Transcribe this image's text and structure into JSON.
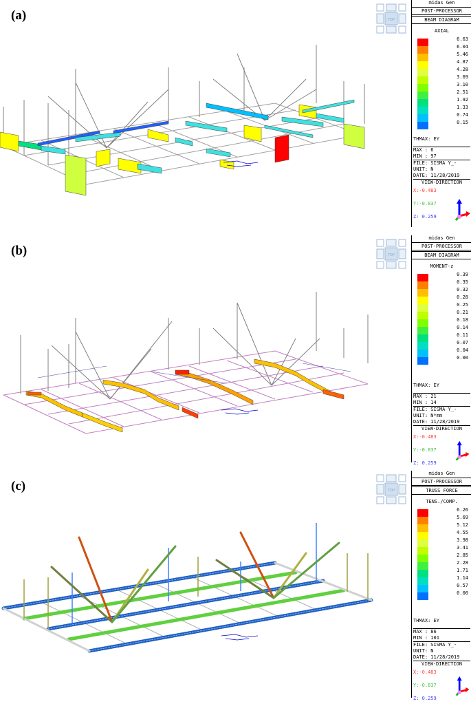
{
  "panels": [
    {
      "label": "(a)",
      "header": {
        "app": "midas Gen",
        "mode": "POST-PROCESSOR",
        "diagram": "BEAM DIAGRAM",
        "component": "AXIAL"
      },
      "legend_values": [
        "6.63",
        "6.04",
        "5.46",
        "4.87",
        "4.28",
        "3.69",
        "3.10",
        "2.51",
        "1.92",
        "1.33",
        "0.74",
        "0.15"
      ],
      "thmax": "THMAX: EY",
      "max": "MAX : 6",
      "min": "MIN : 97",
      "file": "FILE: SISMA Y_-",
      "unit": "UNIT: N",
      "date": "DATE: 11/28/2019",
      "view_direction": "VIEW-DIRECTION",
      "x": "X:-0.483",
      "y": "Y:-0.837",
      "z": "Z: 0.259"
    },
    {
      "label": "(b)",
      "header": {
        "app": "midas Gen",
        "mode": "POST-PROCESSOR",
        "diagram": "BEAM DIAGRAM",
        "component": "MOMENT-z"
      },
      "legend_values": [
        "0.39",
        "0.35",
        "0.32",
        "0.28",
        "0.25",
        "0.21",
        "0.18",
        "0.14",
        "0.11",
        "0.07",
        "0.04",
        "0.00"
      ],
      "thmax": "THMAX: EY",
      "max": "MAX : 21",
      "min": "MIN : 14",
      "file": "FILE: SISMA Y_-",
      "unit": "UNIT: N*mm",
      "date": "DATE: 11/28/2019",
      "view_direction": "VIEW-DIRECTION",
      "x": "X:-0.483",
      "y": "Y:-0.837",
      "z": "Z: 0.259"
    },
    {
      "label": "(c)",
      "header": {
        "app": "midas Gen",
        "mode": "POST-PROCESSOR",
        "diagram": "TRUSS FORCE",
        "component": "TENS./COMP."
      },
      "legend_values": [
        "6.26",
        "5.69",
        "5.12",
        "4.55",
        "3.98",
        "3.41",
        "2.85",
        "2.28",
        "1.71",
        "1.14",
        "0.57",
        "0.00"
      ],
      "thmax": "THMAX: EY",
      "max": "MAX : 86",
      "min": "MIN : 101",
      "file": "FILE: SISMA Y_-",
      "unit": "UNIT: N",
      "date": "DATE: 11/28/2019",
      "view_direction": "VIEW-DIRECTION",
      "x": "X:-0.483",
      "y": "Y:-0.837",
      "z": "Z: 0.259"
    }
  ],
  "legend_colors": [
    "#ff0000",
    "#ff7f00",
    "#ffbf00",
    "#ffff00",
    "#e0ff40",
    "#bfff00",
    "#80ff00",
    "#40f040",
    "#00e080",
    "#00e0c0",
    "#00c0ff",
    "#0070ff"
  ],
  "colors": {
    "x_axis": "#ff0000",
    "y_axis": "#00c000",
    "z_axis": "#0000ff"
  },
  "icons": [
    "view-cube-icon",
    "axis-triad-icon"
  ]
}
